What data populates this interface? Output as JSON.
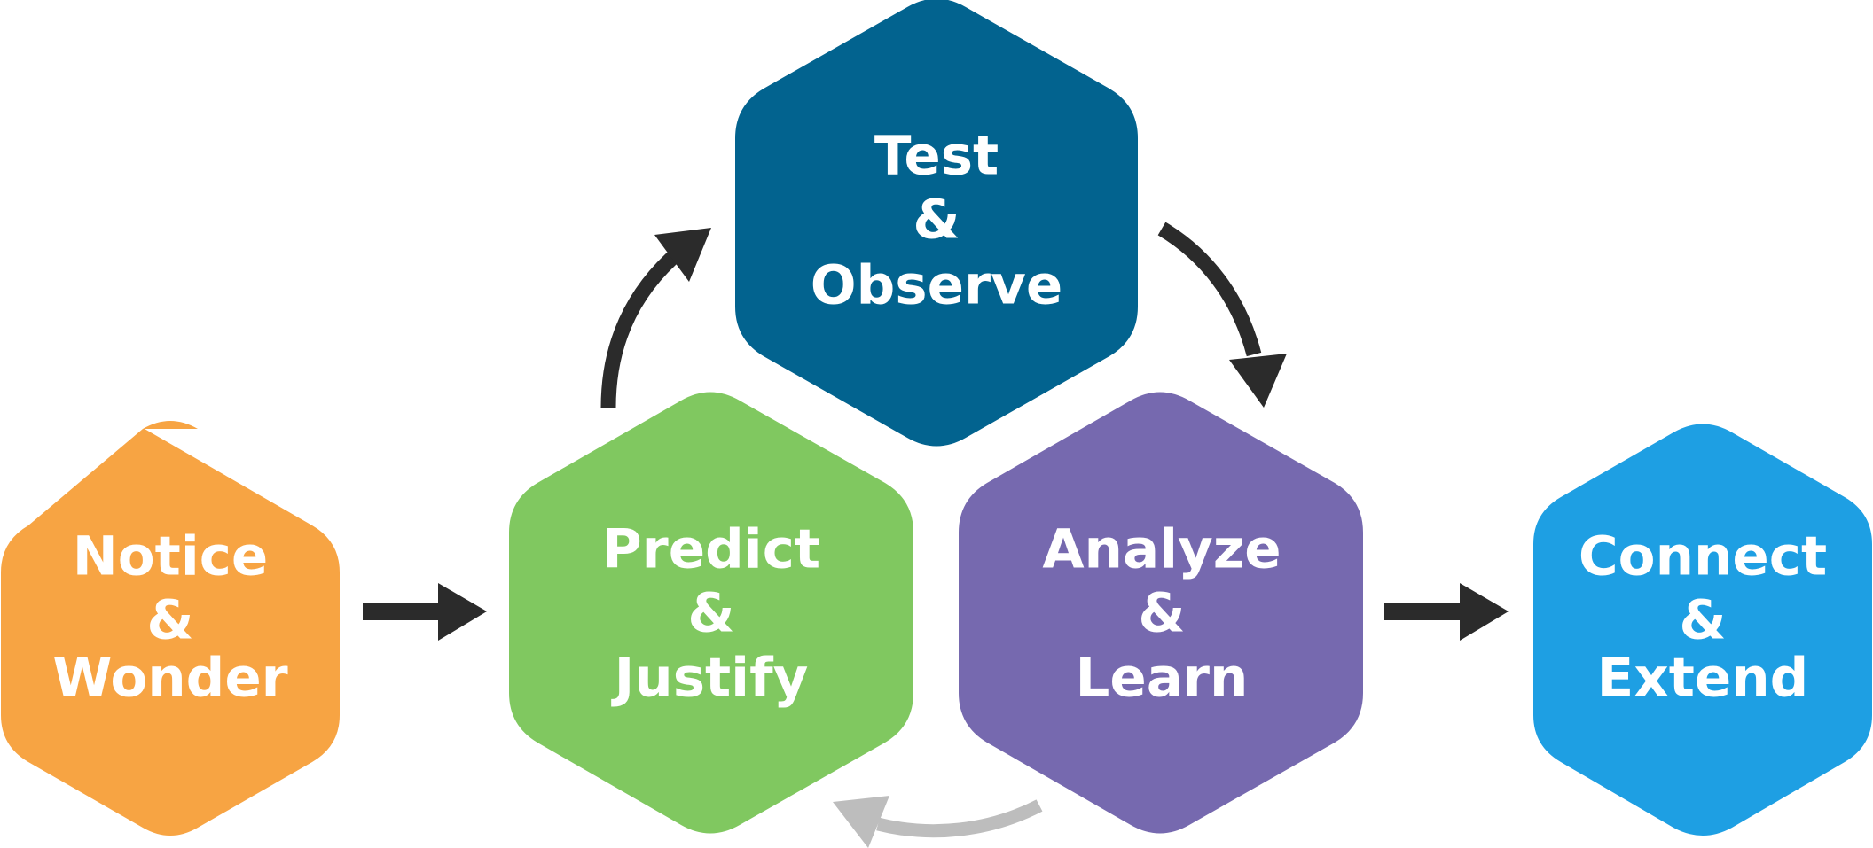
{
  "diagram": {
    "stages": [
      {
        "id": "notice",
        "lines": [
          "Notice",
          "&",
          "Wonder"
        ],
        "color": "#F7A443"
      },
      {
        "id": "predict",
        "lines": [
          "Predict",
          "&",
          "Justify"
        ],
        "color": "#80C860"
      },
      {
        "id": "test",
        "lines": [
          "Test",
          "&",
          "Observe"
        ],
        "color": "#02638F"
      },
      {
        "id": "analyze",
        "lines": [
          "Analyze",
          "&",
          "Learn"
        ],
        "color": "#7669AF"
      },
      {
        "id": "connect",
        "lines": [
          "Connect",
          "&",
          "Extend"
        ],
        "color": "#1E9FE3"
      }
    ],
    "arrow_colors": {
      "main": "#2B2B2B",
      "return": "#BDBDBD"
    }
  }
}
